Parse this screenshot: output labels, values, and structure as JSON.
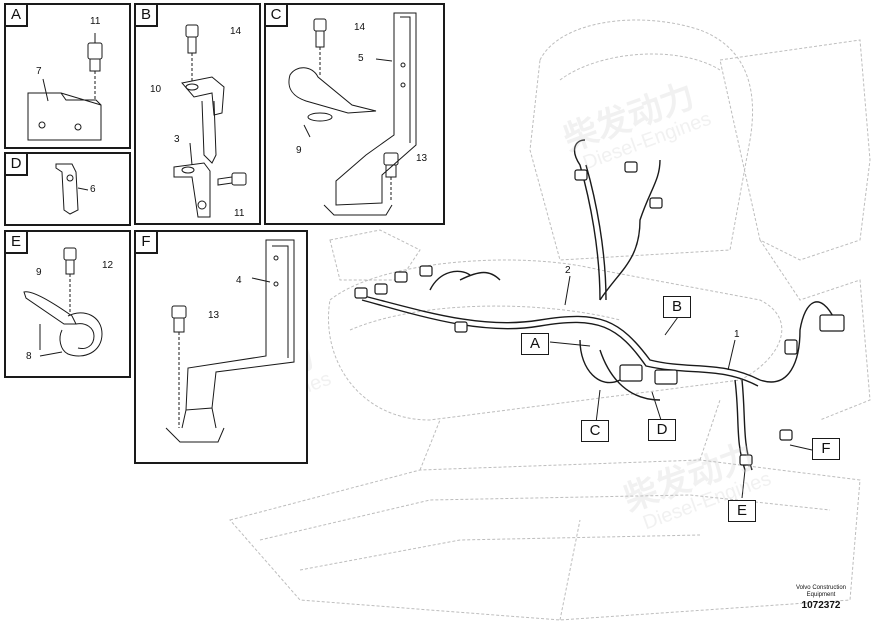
{
  "watermark": {
    "cn": "柴发动力",
    "en": "Diesel-Engines"
  },
  "details": {
    "A": {
      "tag": "A",
      "callouts": [
        "11",
        "7"
      ]
    },
    "B": {
      "tag": "B",
      "callouts": [
        "14",
        "10",
        "3",
        "11"
      ]
    },
    "C": {
      "tag": "C",
      "callouts": [
        "14",
        "5",
        "9",
        "13"
      ]
    },
    "D": {
      "tag": "D",
      "callouts": [
        "6"
      ]
    },
    "E": {
      "tag": "E",
      "callouts": [
        "9",
        "12",
        "8"
      ]
    },
    "F": {
      "tag": "F",
      "callouts": [
        "4",
        "13"
      ]
    }
  },
  "main_callouts": [
    "2",
    "1"
  ],
  "reference_tags": [
    "A",
    "B",
    "C",
    "D",
    "E",
    "F"
  ],
  "footer": {
    "line1": "Volvo Construction",
    "line2": "Equipment",
    "part_no": "1072372"
  }
}
